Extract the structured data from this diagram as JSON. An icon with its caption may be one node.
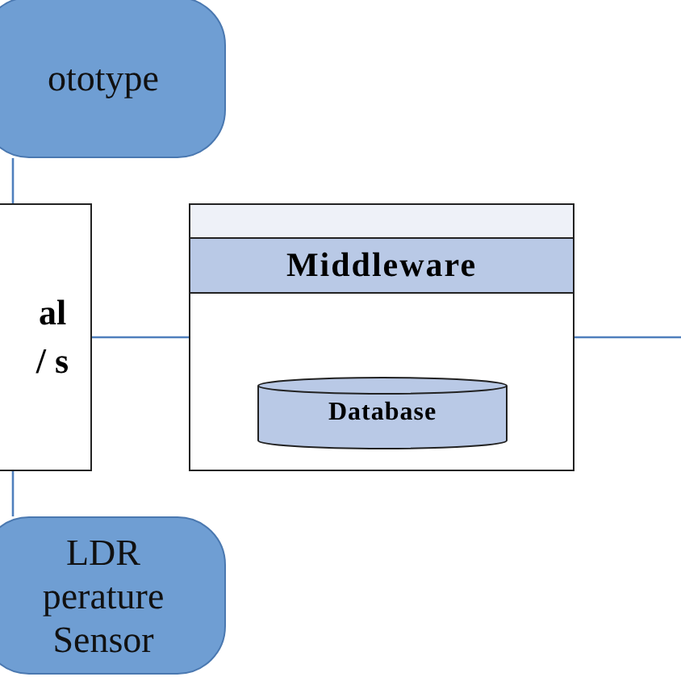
{
  "diagram": {
    "nodes": [
      {
        "text": [
          "ototype"
        ]
      },
      {
        "text": [
          "al / s"
        ]
      },
      {
        "text": [
          "LDR perature Sensor"
        ]
      },
      {
        "text": [
          "Middleware"
        ]
      },
      {
        "text": [
          "Database"
        ],
        "in": 3
      }
    ],
    "edges": [
      {
        "from": 0,
        "to": 1,
        "arrow": "none"
      },
      {
        "from": 1,
        "to": 2,
        "arrow": "none"
      },
      {
        "from": 1,
        "to": 3,
        "arrow": "none"
      },
      {
        "from": 3,
        "to": null,
        "arrow": "none"
      }
    ]
  }
}
